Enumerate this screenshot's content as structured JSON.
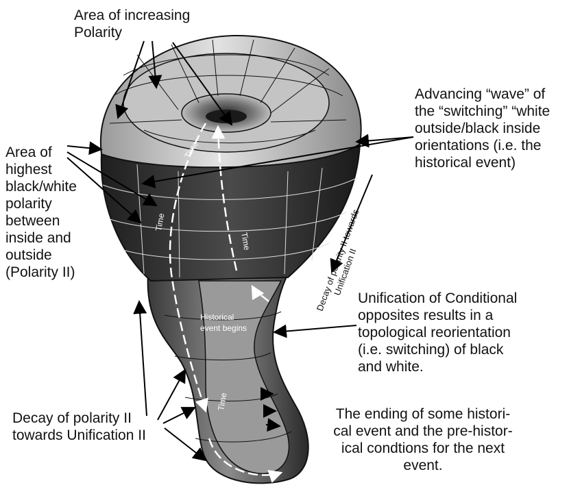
{
  "labels": {
    "increasing_polarity": "Area of increasing\nPolarity",
    "advancing_wave": "Advancing “wave” of\nthe “switching” “white\noutside/black inside\norientations (i.e. the\nhistorical event)",
    "highest_polarity": "Area of\nhighest\nblack/white\npolarity\nbetween\ninside and\noutside\n(Polarity II)",
    "unification": "Unification of Conditional\nopposites results in a\ntopological reorientation\n(i.e. switching) of black\nand white.",
    "decay_left": "Decay of polarity II\ntowards Unification II",
    "ending": "The ending of some histori-\ncal event and the pre-histor-\nical condtions for the next\nevent.",
    "decay_rotated_line1": "Decay of polarity II towards",
    "decay_rotated_line2": "Unification II",
    "time": "Time",
    "historical_begins_line1": "Historical",
    "historical_begins_line2": "event begins"
  },
  "colors": {
    "dark_band": "#2b2b2b",
    "light_top": "#cfcfcf",
    "mesh": "#111111",
    "white_line": "#ffffff"
  }
}
